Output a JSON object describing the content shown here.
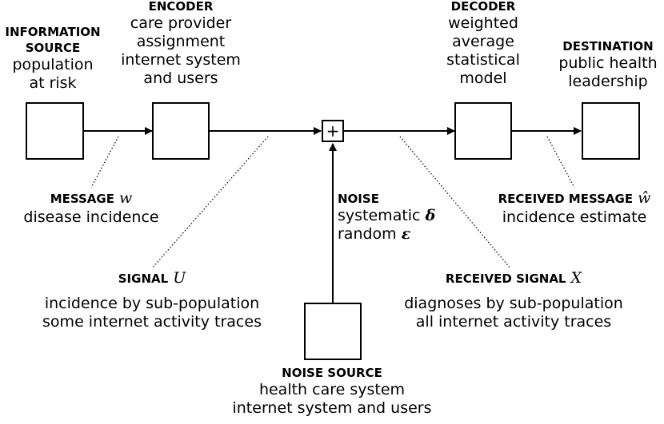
{
  "information_source": {
    "heading_line1": "INFORMATION",
    "heading_line2": "SOURCE",
    "line1": "population",
    "line2": "at risk"
  },
  "encoder": {
    "heading": "ENCODER",
    "line1": "care provider",
    "line2": "assignment",
    "line3": "internet system",
    "line4": "and users"
  },
  "decoder": {
    "heading": "DECODER",
    "line1": "weighted",
    "line2": "average",
    "line3": "statistical",
    "line4": "model"
  },
  "destination": {
    "heading": "DESTINATION",
    "line1": "public health",
    "line2": "leadership"
  },
  "adder": {
    "symbol": "+"
  },
  "message": {
    "heading": "MESSAGE",
    "symbol": "w",
    "line1": "disease incidence"
  },
  "signal": {
    "heading": "SIGNAL",
    "symbol": "U",
    "line1": "incidence by sub-population",
    "line2": "some internet activity traces"
  },
  "noise": {
    "heading": "NOISE",
    "line1_text": "systematic",
    "line1_symbol": "δ",
    "line2_text": "random",
    "line2_symbol": "ε"
  },
  "received_signal": {
    "heading": "RECEIVED SIGNAL",
    "symbol": "X",
    "line1": "diagnoses by sub-population",
    "line2": "all internet activity traces"
  },
  "received_message": {
    "heading": "RECEIVED MESSAGE",
    "symbol": "ŵ",
    "line1": "incidence estimate"
  },
  "noise_source": {
    "heading": "NOISE SOURCE",
    "line1": "health care system",
    "line2": "internet system and users"
  }
}
